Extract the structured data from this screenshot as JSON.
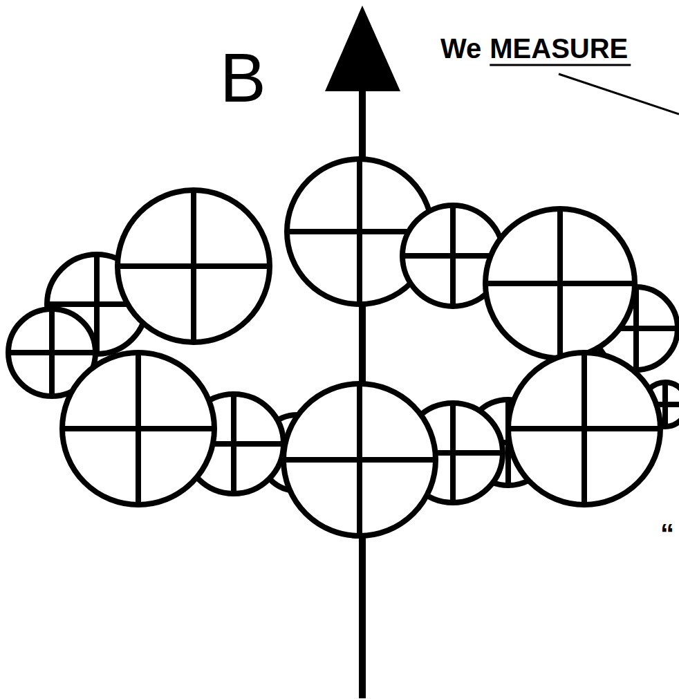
{
  "diagram": {
    "labels": [
      "B",
      "We",
      "MEASURE",
      "“"
    ]
  }
}
